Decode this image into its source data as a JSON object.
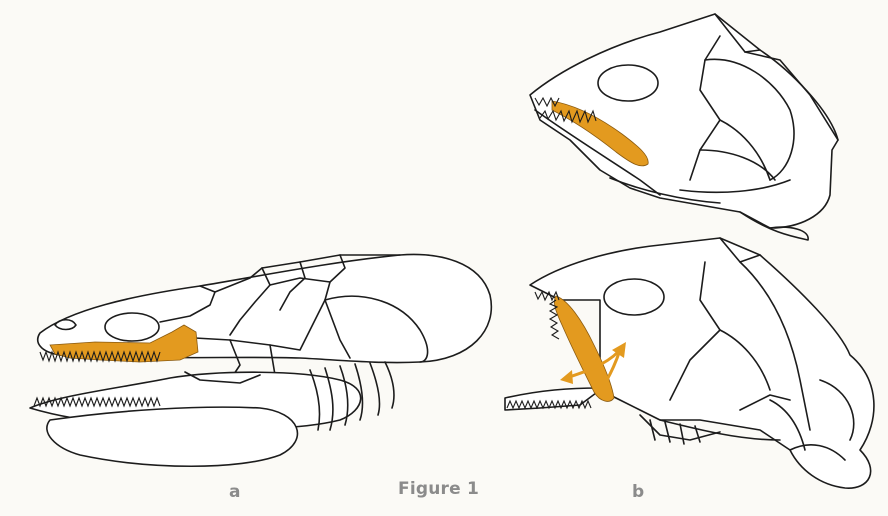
{
  "figure": {
    "caption": "Figure 1",
    "panel_a_label": "a",
    "panel_b_label": "b"
  },
  "colors": {
    "highlight_bone": "#e39a1f",
    "line_art": "#1c1c1c",
    "label_text": "#8b8b8b",
    "background": "#fbfaf6"
  }
}
